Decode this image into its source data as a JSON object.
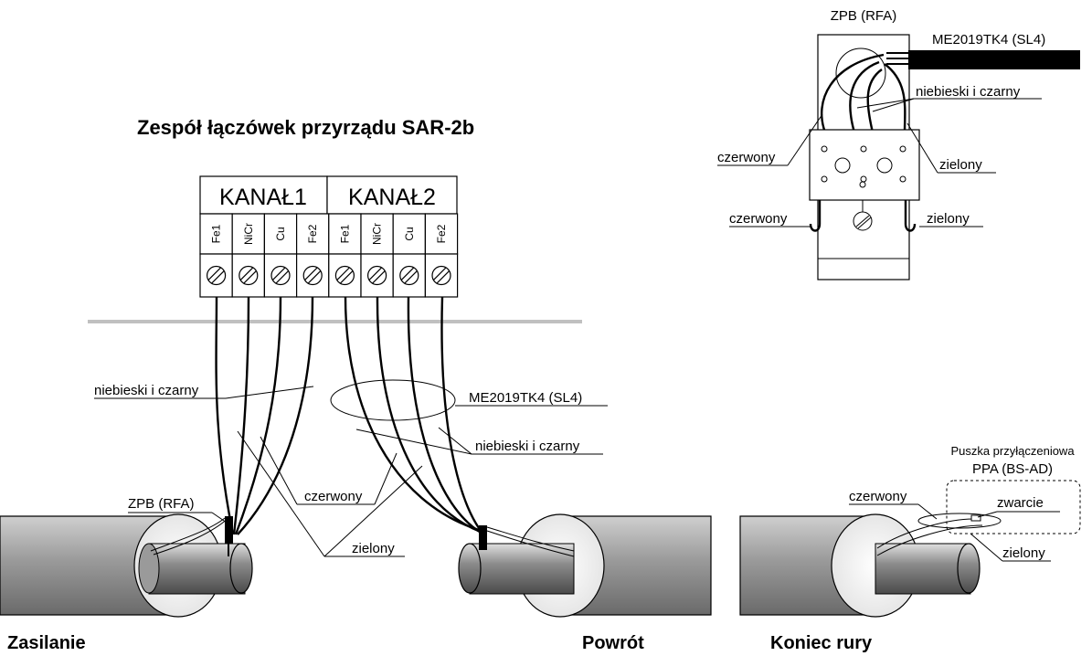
{
  "title": "Zespół łączówek przyrządu SAR-2b",
  "terminal_block": {
    "channels": [
      "KANAŁ1",
      "KANAŁ2"
    ],
    "terminals": [
      "Fe1",
      "NiCr",
      "Cu",
      "Fe2",
      "Fe1",
      "NiCr",
      "Cu",
      "Fe2"
    ]
  },
  "labels": {
    "blue_black_left": "niebieski i czarny",
    "cable_main": "ME2019TK4  (SL4)",
    "blue_black_right": "niebieski i czarny",
    "red_center": "czerwony",
    "green_center": "zielony",
    "zpb_left": "ZPB (RFA)"
  },
  "pipes": {
    "supply": "Zasilanie",
    "return": "Powrót",
    "end": "Koniec rury"
  },
  "detail": {
    "title": "ZPB (RFA)",
    "cable": "ME2019TK4  (SL4)",
    "blue_black": "niebieski i czarny",
    "red_upper": "czerwony",
    "green_upper": "zielony",
    "red_lower": "czerwony",
    "green_lower": "zielony"
  },
  "junction_box": {
    "caption": "Puszka przyłączeniowa",
    "name": "PPA (BS-AD)",
    "short": "zwarcie",
    "red": "czerwony",
    "green": "zielony"
  }
}
